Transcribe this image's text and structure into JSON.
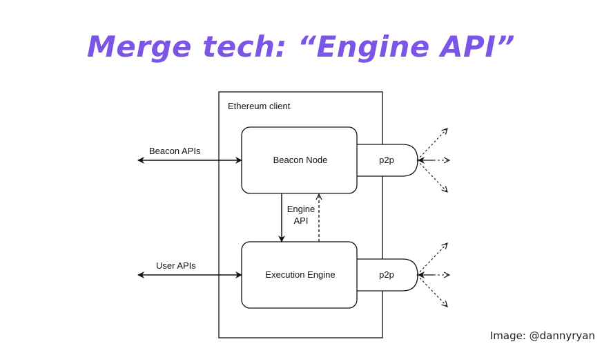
{
  "title": "Merge tech: “Engine API”",
  "credit": "Image: @dannyryan",
  "colors": {
    "title": "#7b55e6",
    "line": "#111111",
    "text": "#111111",
    "credit": "#222222"
  },
  "diagram": {
    "container_label": "Ethereum client",
    "beacon_node_label": "Beacon Node",
    "execution_engine_label": "Execution Engine",
    "p2p_top_label": "p2p",
    "p2p_bottom_label": "p2p",
    "beacon_apis_label": "Beacon APIs",
    "user_apis_label": "User APIs",
    "engine_api_line1": "Engine",
    "engine_api_line2": "API"
  }
}
